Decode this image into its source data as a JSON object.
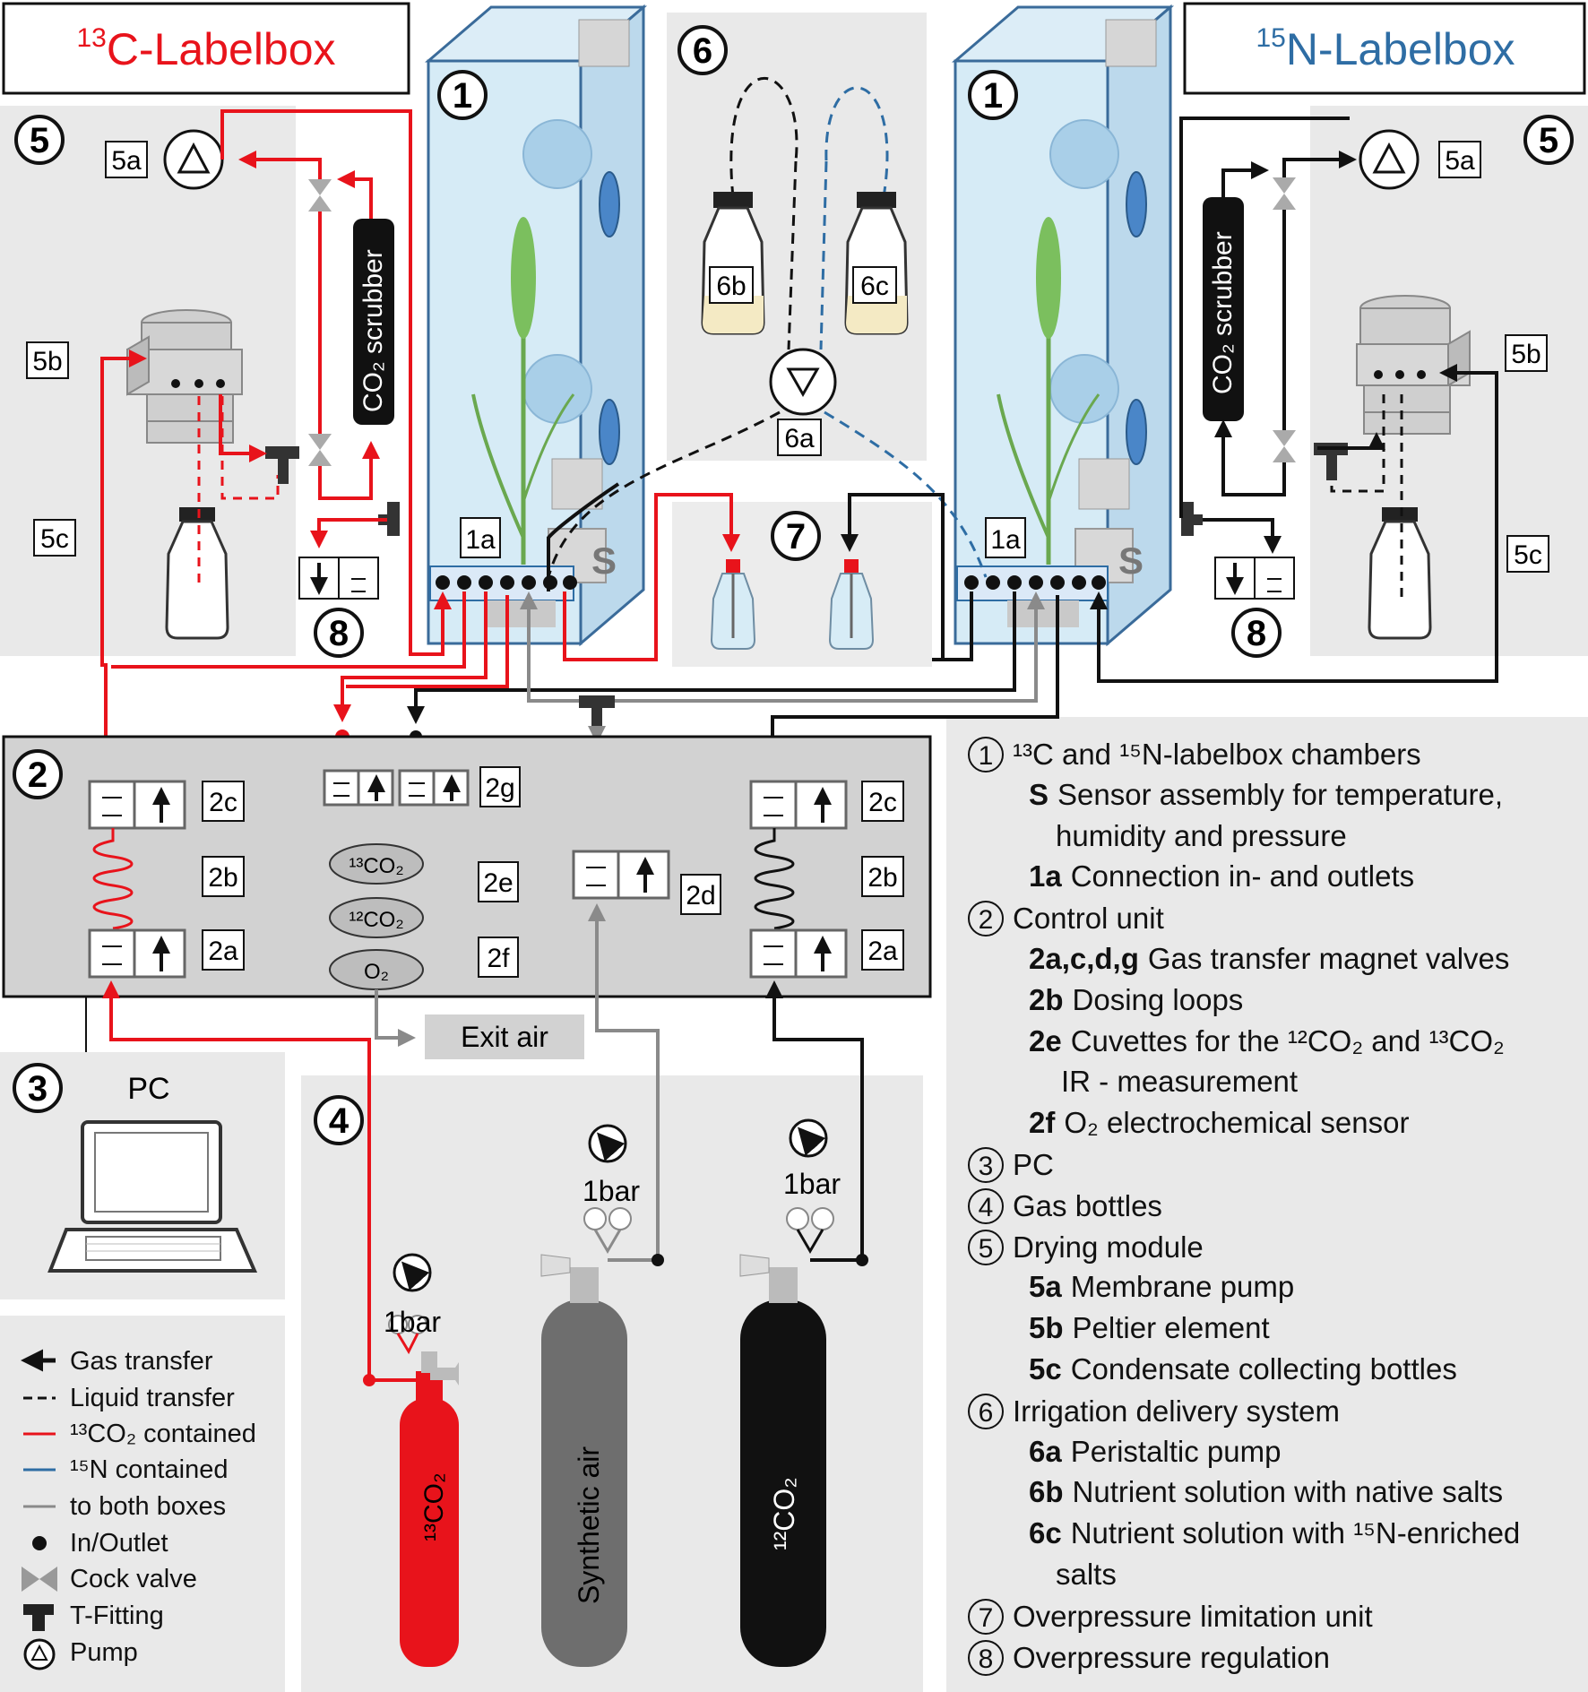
{
  "titles": {
    "c_labelbox_sup": "13",
    "c_labelbox": "C-Labelbox",
    "n_labelbox_sup": "15",
    "n_labelbox": "N-Labelbox"
  },
  "colors": {
    "c13": "#e8131b",
    "n15": "#2e6da4",
    "both": "#8a8a8a",
    "black": "#111111",
    "chamber_fill": "#cfe7f4",
    "chamber_edge": "#3a6b9a",
    "panel": "#e9e9e9",
    "control_unit": "#d2d2d2"
  },
  "numbers": [
    "1",
    "2",
    "3",
    "4",
    "5",
    "6",
    "7",
    "8"
  ],
  "tags": {
    "t1a": "1a",
    "t2a": "2a",
    "t2b": "2b",
    "t2c": "2c",
    "t2d": "2d",
    "t2e": "2e",
    "t2f": "2f",
    "t2g": "2g",
    "t5a": "5a",
    "t5b": "5b",
    "t5c": "5c",
    "t6a": "6a",
    "t6b": "6b",
    "t6c": "6c",
    "s": "S"
  },
  "labels": {
    "co2_scrubber": "CO₂ scrubber",
    "pc": "PC",
    "exit_air": "Exit air",
    "bar": "1bar",
    "cuvette_13": "¹³CO₂",
    "cuvette_12": "¹²CO₂",
    "cuvette_o2": "O₂",
    "bottle_13co2": "¹³CO₂",
    "bottle_synth": "Synthetic air",
    "bottle_12co2": "¹²CO₂"
  },
  "key_legend": [
    {
      "icon": "gas-transfer-arrow-icon",
      "text": "Gas transfer"
    },
    {
      "icon": "liquid-transfer-dash-icon",
      "text": "Liquid transfer"
    },
    {
      "icon": "c13-line-icon",
      "text": "¹³CO₂ contained"
    },
    {
      "icon": "n15-line-icon",
      "text": "¹⁵N contained"
    },
    {
      "icon": "both-line-icon",
      "text": "to both boxes"
    },
    {
      "icon": "inoutlet-dot-icon",
      "text": "In/Outlet"
    },
    {
      "icon": "cock-valve-icon",
      "text": "Cock valve"
    },
    {
      "icon": "t-fitting-icon",
      "text": "T-Fitting"
    },
    {
      "icon": "pump-icon",
      "text": "Pump"
    }
  ],
  "component_legend": [
    {
      "num": "1",
      "code": "",
      "text": "¹³C and ¹⁵N-labelbox chambers",
      "indent": 0
    },
    {
      "num": "",
      "code": "S",
      "text": "Sensor assembly for temperature,",
      "indent": 1
    },
    {
      "num": "",
      "code": "",
      "text": "humidity and pressure",
      "indent": 2
    },
    {
      "num": "",
      "code": "1a",
      "text": "Connection in- and outlets",
      "indent": 1
    },
    {
      "num": "2",
      "code": "",
      "text": "Control unit",
      "indent": 0
    },
    {
      "num": "",
      "code": "2a,c,d,g",
      "text": "Gas transfer magnet valves",
      "indent": 1
    },
    {
      "num": "",
      "code": "2b",
      "text": "Dosing loops",
      "indent": 1
    },
    {
      "num": "",
      "code": "2e",
      "text": "Cuvettes for the ¹²CO₂ and ¹³CO₂",
      "indent": 1
    },
    {
      "num": "",
      "code": "",
      "text": "IR - measurement",
      "indent": 3
    },
    {
      "num": "",
      "code": "2f",
      "text": "O₂ electrochemical sensor",
      "indent": 1
    },
    {
      "num": "3",
      "code": "",
      "text": "PC",
      "indent": 0
    },
    {
      "num": "4",
      "code": "",
      "text": "Gas bottles",
      "indent": 0
    },
    {
      "num": "5",
      "code": "",
      "text": "Drying module",
      "indent": 0
    },
    {
      "num": "",
      "code": "5a",
      "text": "Membrane pump",
      "indent": 1
    },
    {
      "num": "",
      "code": "5b",
      "text": "Peltier element",
      "indent": 1
    },
    {
      "num": "",
      "code": "5c",
      "text": "Condensate collecting bottles",
      "indent": 1
    },
    {
      "num": "6",
      "code": "",
      "text": "Irrigation delivery system",
      "indent": 0
    },
    {
      "num": "",
      "code": "6a",
      "text": "Peristaltic pump",
      "indent": 1
    },
    {
      "num": "",
      "code": "6b",
      "text": "Nutrient solution with native salts",
      "indent": 1
    },
    {
      "num": "",
      "code": "6c",
      "text": "Nutrient solution with ¹⁵N-enriched",
      "indent": 1
    },
    {
      "num": "",
      "code": "",
      "text": "salts",
      "indent": 2
    },
    {
      "num": "7",
      "code": "",
      "text": "Overpressure limitation unit",
      "indent": 0
    },
    {
      "num": "8",
      "code": "",
      "text": "Overpressure regulation",
      "indent": 0
    }
  ]
}
